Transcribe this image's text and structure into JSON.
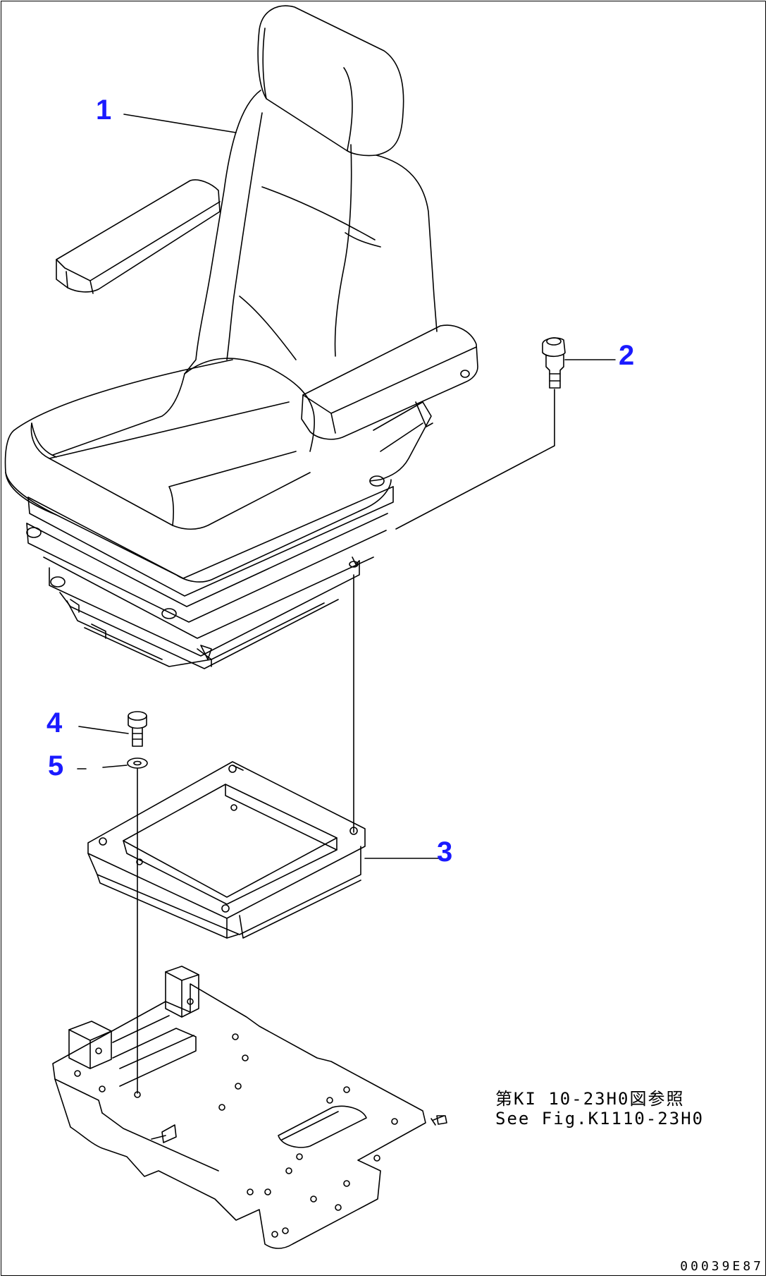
{
  "callouts": [
    {
      "id": "1",
      "label": "1"
    },
    {
      "id": "2",
      "label": "2"
    },
    {
      "id": "3",
      "label": "3"
    },
    {
      "id": "4",
      "label": "4"
    },
    {
      "id": "5",
      "label": "5"
    }
  ],
  "reference_note": {
    "line_jp": "第KI 10-23H0図参照",
    "line_en": "See Fig.K1110-23H0"
  },
  "drawing_code": "00039E87",
  "colors": {
    "callout": "#1a1aff",
    "line_art": "#000000",
    "background": "#ffffff"
  }
}
